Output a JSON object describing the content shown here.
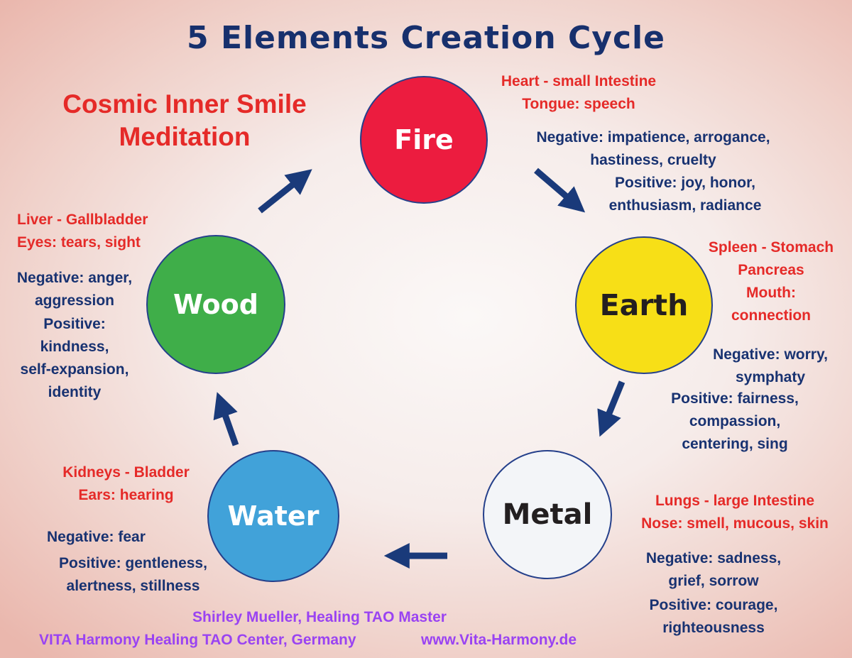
{
  "title": "5 Elements Creation Cycle",
  "subtitle": [
    "Cosmic Inner Smile",
    "Meditation"
  ],
  "colors": {
    "title": "#17306d",
    "red_text": "#e52a28",
    "blue_text": "#183271",
    "footer": "#9a43f2",
    "arrow": "#1a3a7a"
  },
  "elements": {
    "fire": {
      "name": "Fire",
      "color": "#ec1c3f",
      "organs": [
        "Heart - small Intestine",
        "Tongue: speech"
      ],
      "negative": [
        "Negative: impatience, arrogance,",
        "hastiness, cruelty"
      ],
      "positive": [
        "Positive: joy, honor,",
        "enthusiasm, radiance"
      ]
    },
    "earth": {
      "name": "Earth",
      "color": "#f7df17",
      "organs": [
        "Spleen - Stomach",
        "Pancreas",
        "Mouth:",
        "connection"
      ],
      "negative": [
        "Negative: worry,",
        "symphaty"
      ],
      "positive": [
        "Positive: fairness,",
        "compassion,",
        "centering, sing"
      ]
    },
    "metal": {
      "name": "Metal",
      "color": "#f3f5f8",
      "organs": [
        "Lungs - large Intestine",
        "Nose: smell, mucous, skin"
      ],
      "negative": [
        "Negative: sadness,",
        "grief, sorrow"
      ],
      "positive": [
        "Positive: courage,",
        "righteousness"
      ]
    },
    "water": {
      "name": "Water",
      "color": "#41a2d9",
      "organs": [
        "Kidneys - Bladder",
        "Ears: hearing"
      ],
      "negative": [
        "Negative: fear"
      ],
      "positive": [
        "Positive: gentleness,",
        "alertness, stillness"
      ]
    },
    "wood": {
      "name": "Wood",
      "color": "#3fae49",
      "organs": [
        "Liver - Gallbladder",
        "Eyes: tears, sight"
      ],
      "negative": [
        "Negative: anger,",
        "aggression"
      ],
      "positive": [
        "Positive:",
        "kindness,",
        "self-expansion,",
        "identity"
      ]
    }
  },
  "footer": {
    "line1": "Shirley Mueller, Healing TAO Master",
    "line2_center": "VITA Harmony Healing TAO Center, Germany",
    "line2_url": "www.Vita-Harmony.de"
  }
}
